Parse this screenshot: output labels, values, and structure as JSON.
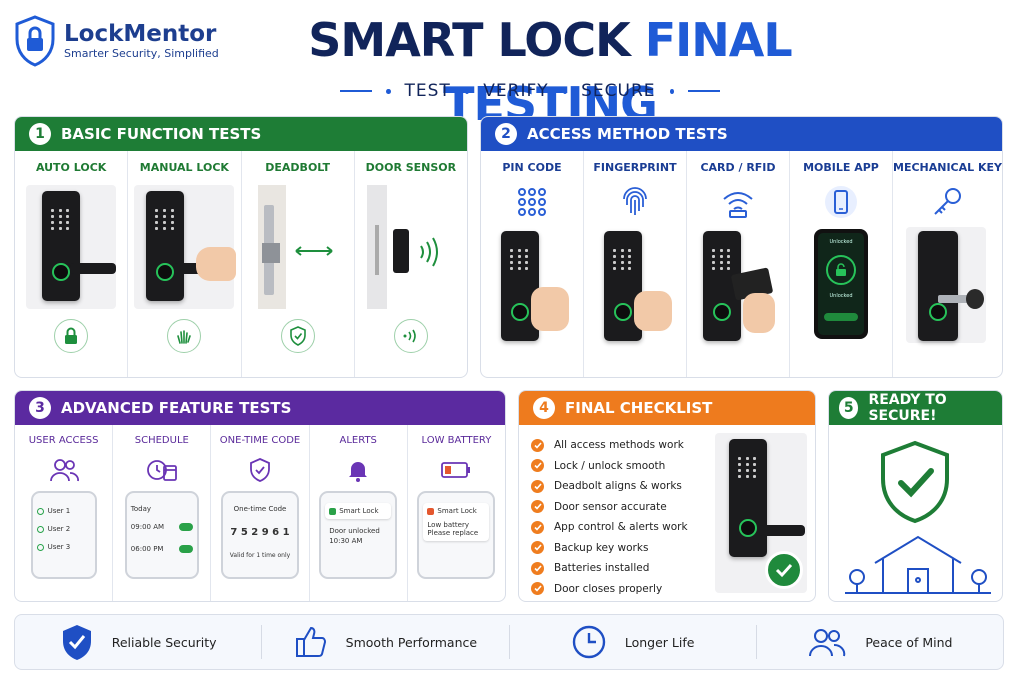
{
  "brand": {
    "name": "LockMentor",
    "tagline": "Smarter Security, Simplified"
  },
  "title": {
    "part1": "SMART LOCK",
    "part2": "FINAL TESTING"
  },
  "subtitle": {
    "items": [
      "TEST",
      "VERIFY",
      "SECURE"
    ]
  },
  "colors": {
    "green": "#1e7d36",
    "blue": "#1f4fc4",
    "purple": "#5b2aa0",
    "orange": "#ee7b1e",
    "navy": "#11245a"
  },
  "sections": {
    "basic": {
      "number": "1",
      "title": "BASIC FUNCTION TESTS",
      "items": [
        "AUTO LOCK",
        "MANUAL LOCK",
        "DEADBOLT",
        "DOOR SENSOR"
      ],
      "icons": [
        "lock-icon",
        "hand-wave-icon",
        "shield-check-icon",
        "signal-icon"
      ]
    },
    "access": {
      "number": "2",
      "title": "ACCESS METHOD TESTS",
      "items": [
        "PIN CODE",
        "FINGERPRINT",
        "CARD / RFID",
        "MOBILE APP",
        "MECHANICAL KEY"
      ],
      "icons": [
        "keypad-icon",
        "fingerprint-icon",
        "wifi-card-icon",
        "smartphone-icon",
        "key-icon"
      ],
      "app_status": "Unlocked",
      "app_header": "Unlocked"
    },
    "advanced": {
      "number": "3",
      "title": "ADVANCED FEATURE TESTS",
      "items": [
        "USER ACCESS",
        "SCHEDULE",
        "ONE-TIME CODE",
        "ALERTS",
        "LOW BATTERY"
      ],
      "users": [
        "User 1",
        "User 2",
        "User 3"
      ],
      "schedule": {
        "label": "Today",
        "times": [
          "09:00 AM",
          "06:00 PM"
        ]
      },
      "otc": {
        "label": "One-time Code",
        "code": "7 5 2 9 6 1",
        "note": "Valid for 1 time only"
      },
      "alert": {
        "app": "Smart Lock",
        "line1": "Door unlocked",
        "line2": "10:30 AM"
      },
      "battery": {
        "app": "Smart Lock",
        "line1": "Low battery",
        "line2": "Please replace"
      }
    },
    "checklist": {
      "number": "4",
      "title": "FINAL CHECKLIST",
      "items": [
        "All access methods work",
        "Lock / unlock smooth",
        "Deadbolt aligns & works",
        "Door sensor accurate",
        "App control & alerts work",
        "Backup key works",
        "Batteries installed",
        "Door closes properly"
      ]
    },
    "ready": {
      "number": "5",
      "title": "READY TO SECURE!"
    }
  },
  "footer": [
    {
      "label": "Reliable Security",
      "icon": "shield-check-icon"
    },
    {
      "label": "Smooth Performance",
      "icon": "thumbs-up-icon"
    },
    {
      "label": "Longer Life",
      "icon": "clock-icon"
    },
    {
      "label": "Peace of Mind",
      "icon": "users-icon"
    }
  ]
}
